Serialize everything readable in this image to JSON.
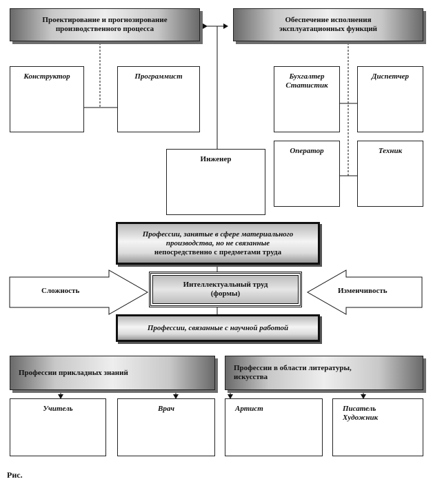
{
  "top_left_header": [
    "Проектирование и прогнозирование",
    "производственного процесса"
  ],
  "top_right_header": [
    "Обеспечение исполнения",
    "эксплуатационных функций"
  ],
  "konstruktor": "Конструктор",
  "programmist": "Программист",
  "buhgalter": [
    "Бухгалтер",
    "Статистик"
  ],
  "dispetcher": "Диспетчер",
  "operator": "Оператор",
  "tehnik": "Техник",
  "inzhener": "Инженер",
  "material_sphere": [
    "Профессии, занятые в сфере материального",
    "производства, но не связанные",
    "непосредственно с предметами труда"
  ],
  "intellectual": [
    "Интеллектуальный труд",
    "(формы)"
  ],
  "slozhnost": "Сложность",
  "izmenchivost": "Изменчивость",
  "science": "Профессии, связанные с научной работой",
  "applied": "Профессии прикладных знаний",
  "literature": [
    "Профессии в области литературы,",
    "искусства"
  ],
  "uchitel": "Учитель",
  "vrach": "Врач",
  "artist": "Артист",
  "pisatel": [
    "Писатель",
    "Художник"
  ],
  "caption": "Рис."
}
